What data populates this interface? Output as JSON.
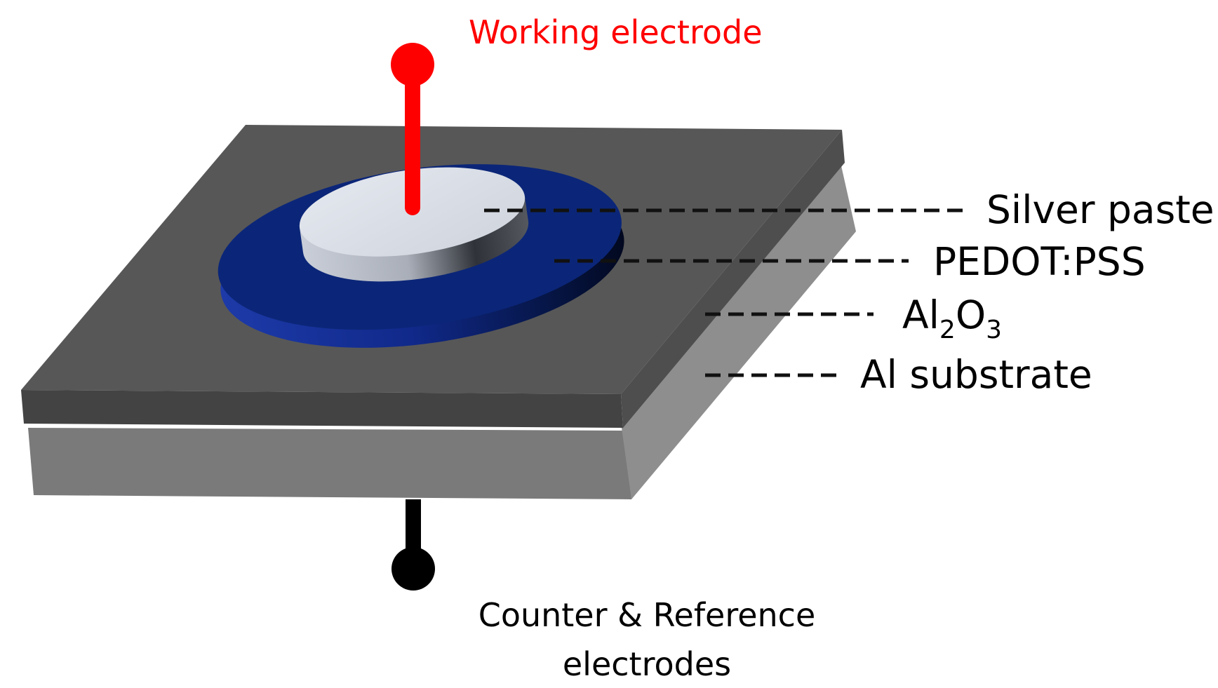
{
  "labels": {
    "working_electrode": "Working electrode",
    "silver_paste": "Silver paste",
    "pedot_pss": "PEDOT:PSS",
    "al2o3": {
      "base1": "Al",
      "sub1": "2",
      "base2": "O",
      "sub2": "3"
    },
    "al_substrate": "Al substrate",
    "counter_reference_line1": "Counter & Reference",
    "counter_reference_line2": "electrodes"
  },
  "colors": {
    "working_electrode": "#ff0000",
    "counter_electrode": "#000000",
    "al2o3_top": "#555555",
    "al2o3_front": "#444444",
    "al_substrate_front": "#7a7a7a",
    "al_substrate_side": "#8c8c8c",
    "pedot_pss": "#0a2a8a",
    "silver_paste": "#d6dbe4"
  }
}
